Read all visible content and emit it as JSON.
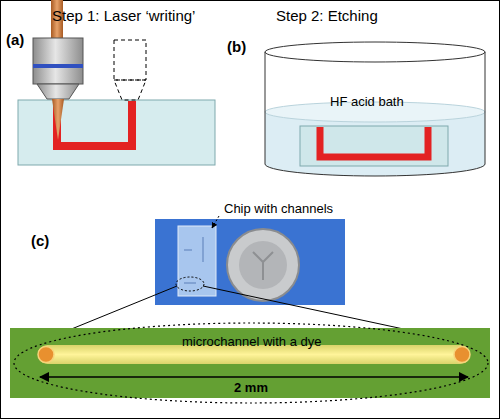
{
  "diagram": {
    "nodes": [
      {
        "text": [
          "HF acid bath"
        ]
      },
      {
        "text": [
          "microchannel with a dye"
        ]
      }
    ],
    "labels": [
      "(a)",
      "Step 1: Laser ‘writing’",
      "(b)",
      "Step 2: Etching",
      "(c)",
      "Chip with channels",
      "2 mm"
    ]
  }
}
